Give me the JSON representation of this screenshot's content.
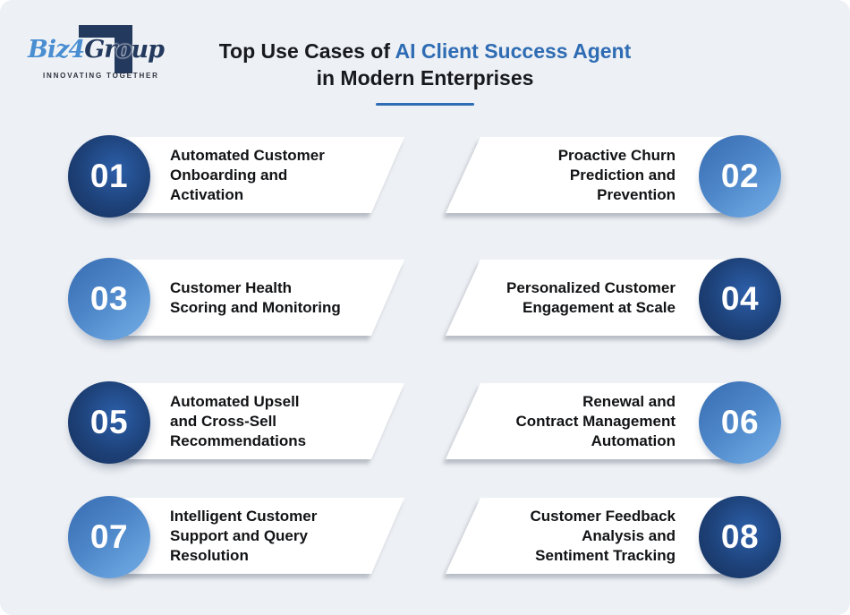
{
  "page": {
    "background_color": "#edf0f4",
    "accent_blue": "#2e6cb4",
    "navy": "#24395e",
    "badge_dark_color": "#1d4178",
    "badge_light_color": "#4d86c8"
  },
  "logo": {
    "brand_biz": "Biz",
    "brand_4": "4",
    "brand_group": "Group",
    "tagline": "INNOVATING TOGETHER"
  },
  "header": {
    "title_prefix": "Top Use Cases of ",
    "title_highlight": "AI Client Success Agent",
    "title_line2": "in Modern Enterprises"
  },
  "items": [
    {
      "number": "01",
      "label": "Automated Customer\nOnboarding and\nActivation",
      "side": "left",
      "tone": "dark"
    },
    {
      "number": "02",
      "label": "Proactive Churn\nPrediction and\nPrevention",
      "side": "right",
      "tone": "light"
    },
    {
      "number": "03",
      "label": "Customer Health\nScoring and Monitoring",
      "side": "left",
      "tone": "light"
    },
    {
      "number": "04",
      "label": "Personalized Customer\nEngagement at Scale",
      "side": "right",
      "tone": "dark"
    },
    {
      "number": "05",
      "label": "Automated Upsell\nand Cross-Sell\nRecommendations",
      "side": "left",
      "tone": "dark"
    },
    {
      "number": "06",
      "label": "Renewal and\nContract Management\nAutomation",
      "side": "right",
      "tone": "light"
    },
    {
      "number": "07",
      "label": "Intelligent Customer\nSupport and Query\nResolution",
      "side": "left",
      "tone": "light"
    },
    {
      "number": "08",
      "label": "Customer Feedback\nAnalysis and\nSentiment Tracking",
      "side": "right",
      "tone": "dark"
    }
  ]
}
